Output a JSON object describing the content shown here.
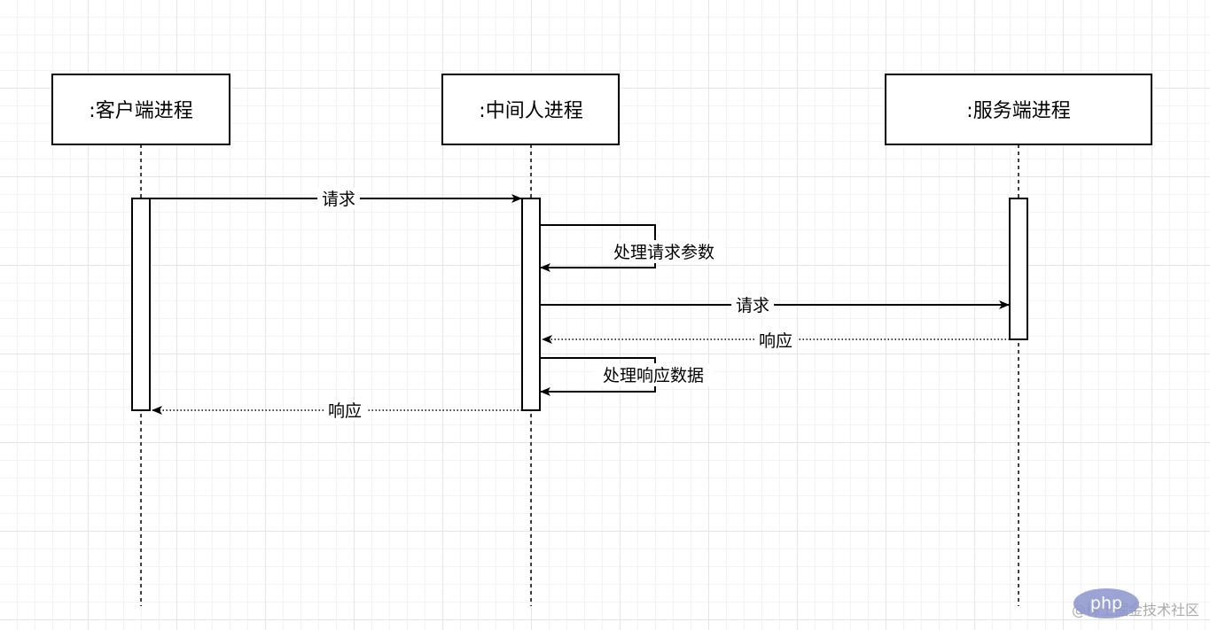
{
  "diagram": {
    "lifelines": [
      {
        "id": "client",
        "label": ":客户端进程"
      },
      {
        "id": "middle",
        "label": ":中间人进程"
      },
      {
        "id": "server",
        "label": ":服务端进程"
      }
    ],
    "messages": [
      {
        "id": "req1",
        "label": "请求",
        "from": "client",
        "to": "middle",
        "style": "solid"
      },
      {
        "id": "self1",
        "label": "处理请求参数",
        "from": "middle",
        "to": "middle",
        "style": "solid"
      },
      {
        "id": "req2",
        "label": "请求",
        "from": "middle",
        "to": "server",
        "style": "solid"
      },
      {
        "id": "resp1",
        "label": "响应",
        "from": "server",
        "to": "middle",
        "style": "dotted"
      },
      {
        "id": "self2",
        "label": "处理响应数据",
        "from": "middle",
        "to": "middle",
        "style": "solid"
      },
      {
        "id": "resp2",
        "label": "响应",
        "from": "middle",
        "to": "client",
        "style": "dotted"
      }
    ]
  },
  "watermark": {
    "text": "@稀土掘金技术社区",
    "badge": "php"
  }
}
